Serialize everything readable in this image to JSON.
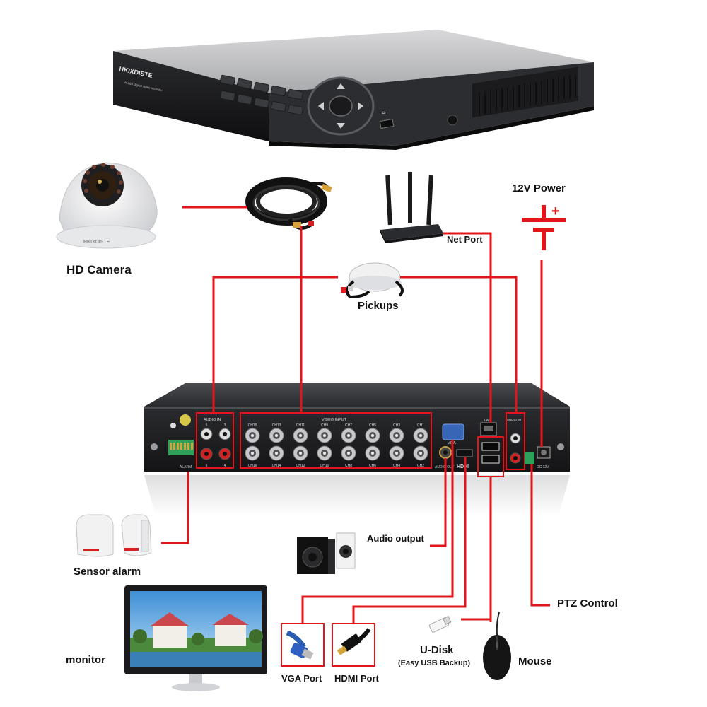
{
  "dvr_top": {
    "brand": "HKIXDISTE",
    "model_text": "H.264 digital video recorder"
  },
  "camera": {
    "label": "HD Camera",
    "brand": "HKIXDISTE"
  },
  "power": {
    "label": "12V Power",
    "plus": "+"
  },
  "router": {
    "label": "Net Port"
  },
  "pickups": {
    "label": "Pickups"
  },
  "rear_panel": {
    "audio_in_left": "AUDIO IN",
    "video_input": "VIDEO INPUT",
    "audio_in_right": "AUDIO IN",
    "vga": "VGA",
    "lan": "LAN",
    "hdmi": "HDMI",
    "audio_out": "AUDIO OUT",
    "dc": "DC 12V",
    "alarm": "ALARM",
    "top_channels": [
      "CH15",
      "CH13",
      "CH11",
      "CH9",
      "CH7",
      "CH5",
      "CH3",
      "CH1"
    ],
    "bottom_channels": [
      "CH16",
      "CH14",
      "CH12",
      "CH10",
      "CH8",
      "CH6",
      "CH4",
      "CH2"
    ],
    "audio_numbers_top": [
      "5",
      "3"
    ],
    "audio_numbers_bottom": [
      "6",
      "4"
    ]
  },
  "sensor": {
    "label": "Sensor alarm"
  },
  "audio_output": {
    "label": "Audio output"
  },
  "ptz": {
    "label": "PTZ Control"
  },
  "monitor": {
    "label": "monitor"
  },
  "vga_port": {
    "label": "VGA Port"
  },
  "hdmi_port": {
    "label": "HDMI Port"
  },
  "udisk": {
    "label": "U-Disk",
    "sublabel": "(Easy USB Backup)"
  },
  "mouse": {
    "label": "Mouse"
  },
  "colors": {
    "line": "#e0161b",
    "device_dark": "#1b1b1d",
    "device_mid": "#3a3b3e",
    "white": "#ffffff"
  }
}
